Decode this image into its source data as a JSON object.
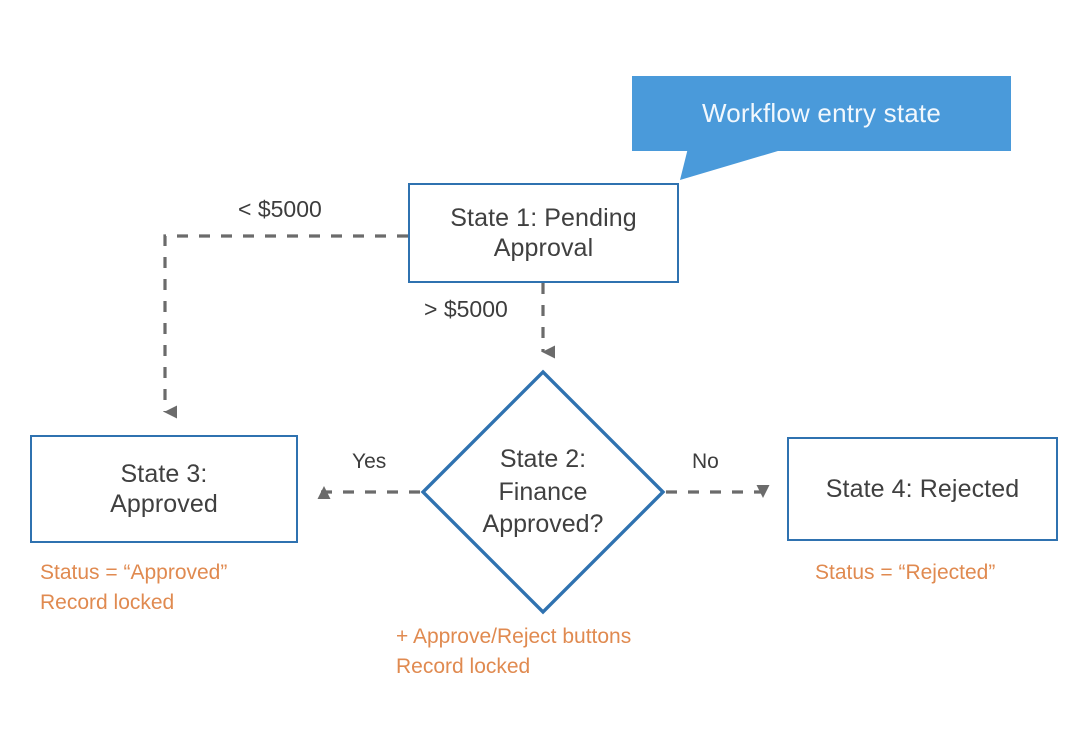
{
  "diagram": {
    "title": "Approval workflow state diagram",
    "background": "#ffffff",
    "colors": {
      "box_border": "#2f72b0",
      "diamond_stroke": "#2f72b0",
      "callout_fill": "#4a9ada",
      "callout_text": "#f2f8fd",
      "connector": "#6b6b6b",
      "note_orange": "#e08a50",
      "node_text": "#404040"
    }
  },
  "callout": {
    "text": "Workflow entry state",
    "points_to": "state1"
  },
  "nodes": [
    {
      "id": "state1",
      "shape": "rectangle",
      "label": "State 1: Pending\nApproval"
    },
    {
      "id": "state2",
      "shape": "diamond",
      "label": "State 2:\nFinance\nApproved?"
    },
    {
      "id": "state3",
      "shape": "rectangle",
      "label": "State 3:\nApproved"
    },
    {
      "id": "state4",
      "shape": "rectangle",
      "label": "State 4: Rejected"
    }
  ],
  "edges": [
    {
      "id": "e1",
      "from": "state1",
      "to": "state3",
      "label": "< $5000",
      "style": "dashed",
      "arrow": "down"
    },
    {
      "id": "e2",
      "from": "state1",
      "to": "state2",
      "label": "> $5000",
      "style": "dashed",
      "arrow": "down"
    },
    {
      "id": "e3",
      "from": "state2",
      "to": "state3",
      "label": "Yes",
      "style": "dashed",
      "arrow": "left"
    },
    {
      "id": "e4",
      "from": "state2",
      "to": "state4",
      "label": "No",
      "style": "dashed",
      "arrow": "right"
    }
  ],
  "notes": [
    {
      "id": "note-approved",
      "attached_to": "state3",
      "text": "Status = “Approved”\nRecord locked"
    },
    {
      "id": "note-rejected",
      "attached_to": "state4",
      "text": "Status = “Rejected”"
    },
    {
      "id": "note-buttons",
      "attached_to": "state2",
      "text": "+ Approve/Reject buttons\nRecord locked"
    }
  ]
}
